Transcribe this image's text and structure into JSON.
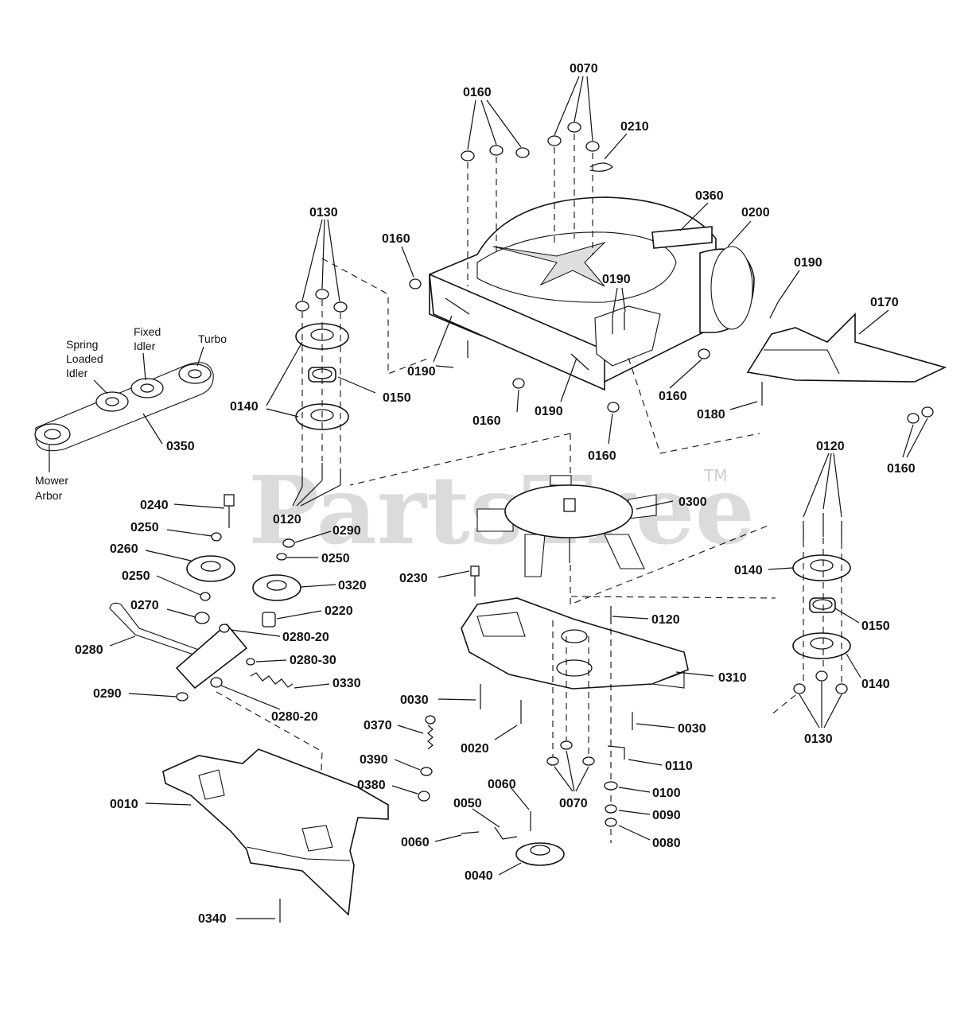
{
  "watermark": {
    "text": "PartsTree",
    "tm": "TM"
  },
  "belt_diagram": {
    "spring_loaded_idler": [
      "Spring",
      "Loaded",
      "Idler"
    ],
    "fixed_idler": [
      "Fixed",
      "Idler"
    ],
    "turbo": "Turbo",
    "mower_arbor": [
      "Mower",
      "Arbor"
    ]
  },
  "part_numbers": {
    "p0010": "0010",
    "p0020": "0020",
    "p0030": "0030",
    "p0040": "0040",
    "p0050": "0050",
    "p0060": "0060",
    "p0070": "0070",
    "p0080": "0080",
    "p0090": "0090",
    "p0100": "0100",
    "p0110": "0110",
    "p0120": "0120",
    "p0130": "0130",
    "p0140": "0140",
    "p0150": "0150",
    "p0160": "0160",
    "p0170": "0170",
    "p0180": "0180",
    "p0190": "0190",
    "p0200": "0200",
    "p0210": "0210",
    "p0220": "0220",
    "p0230": "0230",
    "p0240": "0240",
    "p0250": "0250",
    "p0260": "0260",
    "p0270": "0270",
    "p0280": "0280",
    "p0280_20": "0280-20",
    "p0280_30": "0280-30",
    "p0290": "0290",
    "p0300": "0300",
    "p0310": "0310",
    "p0320": "0320",
    "p0330": "0330",
    "p0340": "0340",
    "p0350": "0350",
    "p0360": "0360",
    "p0370": "0370",
    "p0380": "0380",
    "p0390": "0390"
  }
}
